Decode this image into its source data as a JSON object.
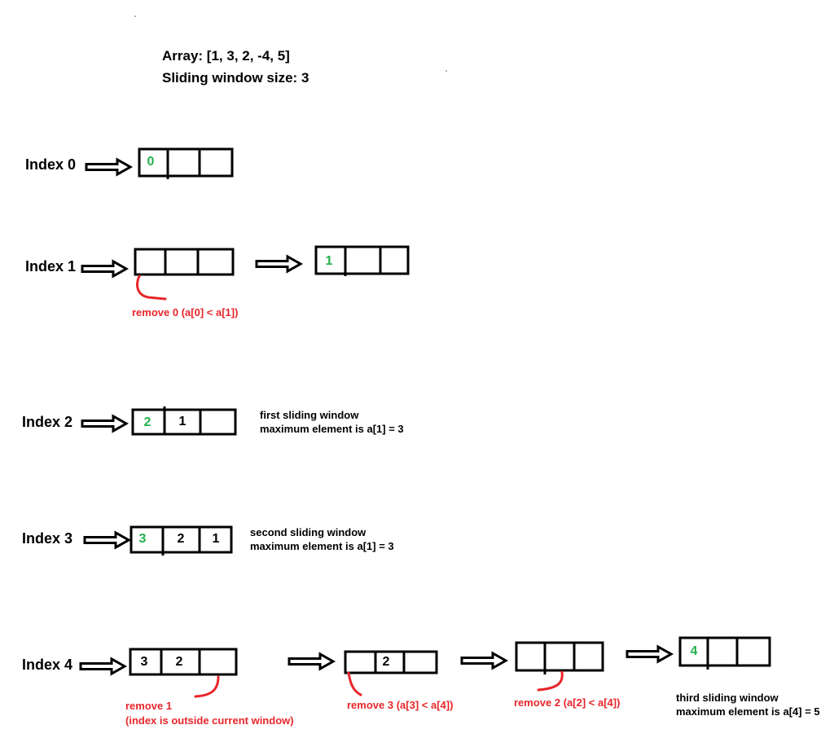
{
  "header": {
    "array_line": "Array: [1, 3, 2, -4, 5]",
    "window_line": "Sliding window size: 3"
  },
  "steps": [
    {
      "label": "Index 0",
      "deques": [
        {
          "cells": [
            "0",
            "",
            ""
          ],
          "newest": 0
        }
      ]
    },
    {
      "label": "Index 1",
      "deques": [
        {
          "cells": [
            "",
            "",
            ""
          ]
        },
        {
          "cells": [
            "1",
            "",
            ""
          ],
          "newest": 0
        }
      ],
      "notes": [
        "remove 0 (a[0] < a[1])"
      ]
    },
    {
      "label": "Index 2",
      "deques": [
        {
          "cells": [
            "2",
            "1",
            ""
          ],
          "newest": 0
        }
      ],
      "window_note": [
        "first sliding window",
        "maximum element is a[1] = 3"
      ]
    },
    {
      "label": "Index 3",
      "deques": [
        {
          "cells": [
            "3",
            "2",
            "1"
          ],
          "newest": 0
        }
      ],
      "window_note": [
        "second sliding window",
        "maximum element is a[1] = 3"
      ]
    },
    {
      "label": "Index 4",
      "deques": [
        {
          "cells": [
            "3",
            "2",
            ""
          ]
        },
        {
          "cells": [
            "",
            "2",
            ""
          ]
        },
        {
          "cells": [
            "",
            "",
            ""
          ]
        },
        {
          "cells": [
            "4",
            "",
            ""
          ],
          "newest": 0
        }
      ],
      "notes": [
        "remove 1",
        "(index is outside current window)",
        "remove 3 (a[3] < a[4])",
        "remove 2 (a[2] < a[4])"
      ],
      "window_note": [
        "third sliding window",
        "maximum element is a[4] = 5"
      ]
    }
  ],
  "colors": {
    "newest": "#22b14c",
    "removal": "#e8262a",
    "ink": "#000000"
  }
}
